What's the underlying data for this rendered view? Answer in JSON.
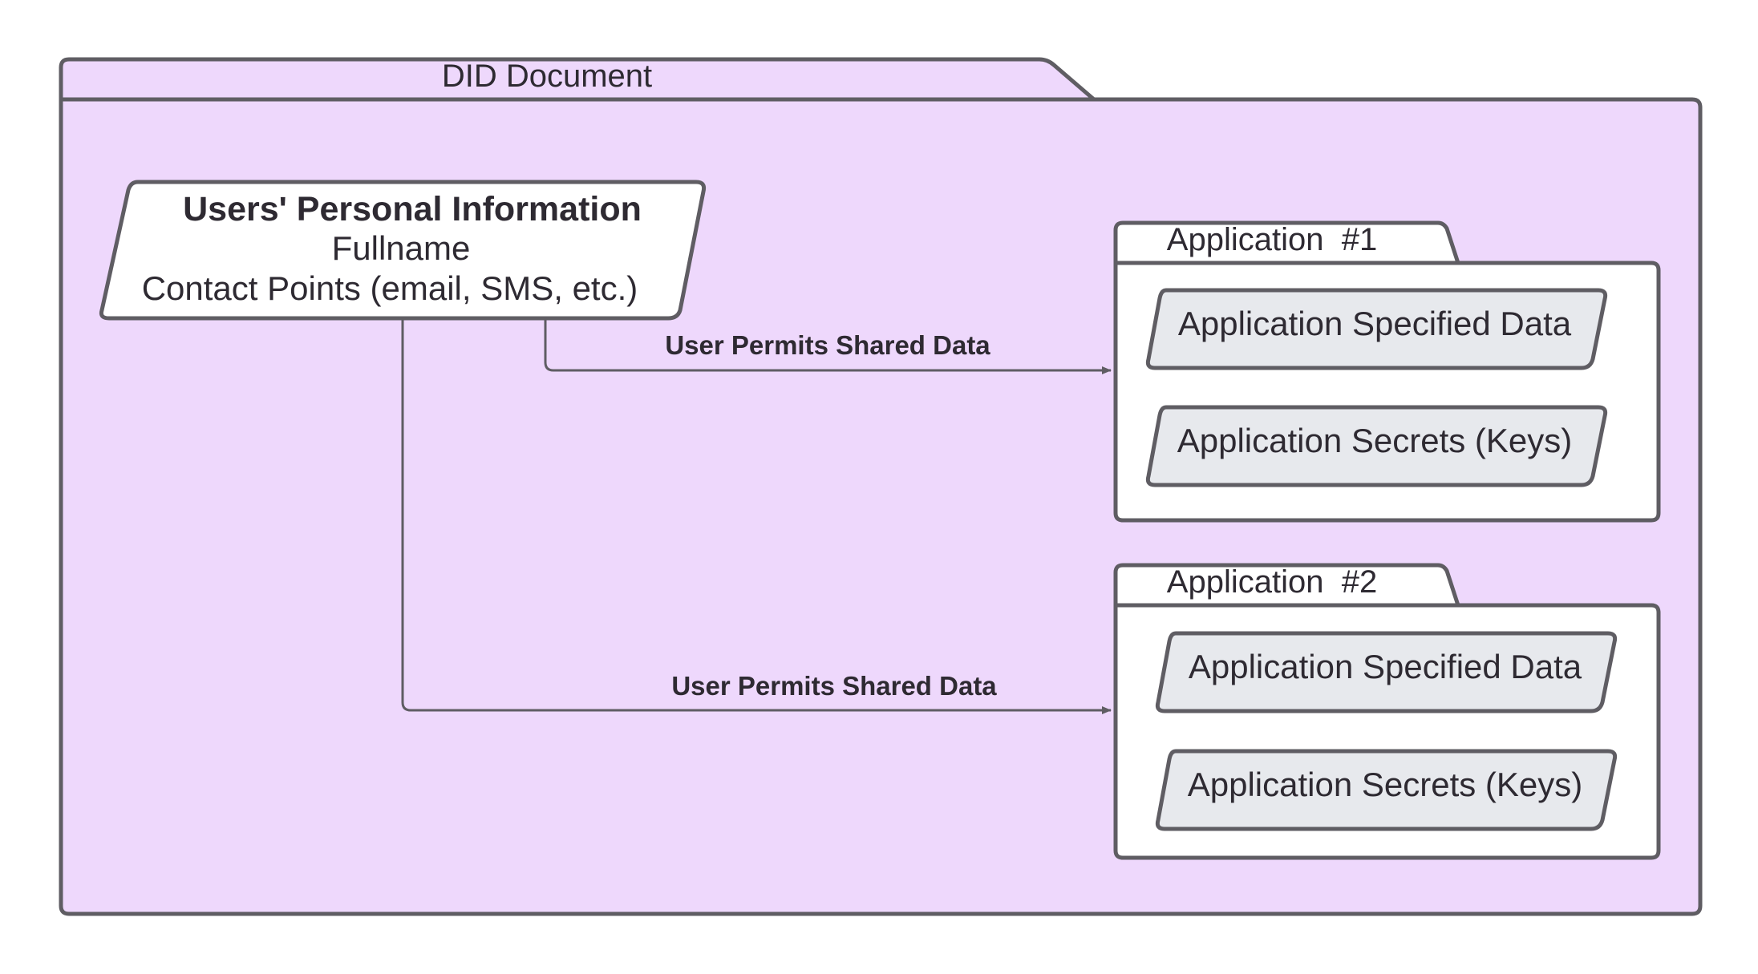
{
  "colors": {
    "document_fill": "#eed8fc",
    "stroke": "#5f5d63",
    "box_fill": "#ffffff",
    "data_fill": "#e7e9ed",
    "text": "#2e2a32"
  },
  "document": {
    "title": "DID Document"
  },
  "personal_info": {
    "title": "Users' Personal Information",
    "line1": "Fullname",
    "line2": "Contact Points (email, SMS, etc.)"
  },
  "applications": [
    {
      "title": "Application  #1",
      "specified_data": "Application Specified Data",
      "secrets": "Application Secrets (Keys)"
    },
    {
      "title": "Application  #2",
      "specified_data": "Application Specified Data",
      "secrets": "Application Secrets (Keys)"
    }
  ],
  "edges": [
    {
      "label": "User Permits Shared Data",
      "from": "personal-info",
      "to": "application-1"
    },
    {
      "label": "User Permits Shared Data",
      "from": "personal-info",
      "to": "application-2"
    }
  ]
}
